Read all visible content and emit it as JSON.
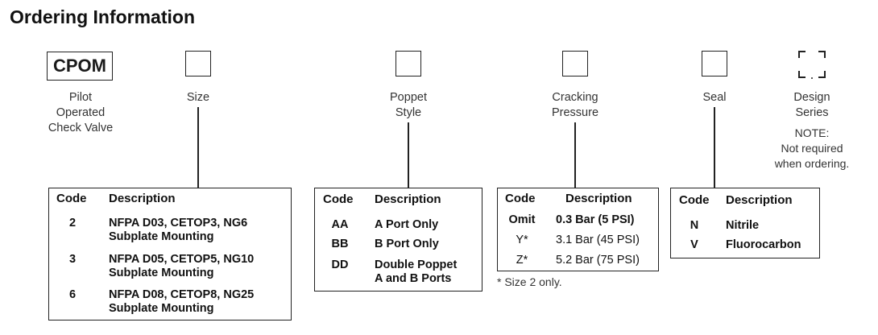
{
  "title": "Ordering Information",
  "prefix": {
    "code": "CPOM",
    "label_lines": [
      "Pilot",
      "Operated",
      "Check Valve"
    ]
  },
  "fields": {
    "size": {
      "label_lines": [
        "Size"
      ]
    },
    "poppet": {
      "label_lines": [
        "Poppet",
        "Style"
      ]
    },
    "cracking": {
      "label_lines": [
        "Cracking",
        "Pressure"
      ]
    },
    "seal": {
      "label_lines": [
        "Seal"
      ]
    },
    "design": {
      "label_lines": [
        "Design",
        "Series"
      ],
      "note_lines": [
        "NOTE:",
        "Not required",
        "when ordering."
      ]
    }
  },
  "tables": {
    "size": {
      "headers": [
        "Code",
        "Description"
      ],
      "rows": [
        {
          "code": "2",
          "desc": [
            "NFPA D03, CETOP3, NG6",
            "Subplate Mounting"
          ]
        },
        {
          "code": "3",
          "desc": [
            "NFPA D05, CETOP5, NG10",
            "Subplate Mounting"
          ]
        },
        {
          "code": "6",
          "desc": [
            "NFPA D08, CETOP8, NG25",
            "Subplate Mounting"
          ]
        }
      ]
    },
    "poppet": {
      "headers": [
        "Code",
        "Description"
      ],
      "rows": [
        {
          "code": "AA",
          "desc": [
            "A Port Only"
          ]
        },
        {
          "code": "BB",
          "desc": [
            "B Port Only"
          ]
        },
        {
          "code": "DD",
          "desc": [
            "Double Poppet",
            "A and B Ports"
          ]
        }
      ]
    },
    "cracking": {
      "headers": [
        "Code",
        "Description"
      ],
      "rows": [
        {
          "code": "Omit",
          "desc": [
            "0.3 Bar (5 PSI)"
          ]
        },
        {
          "code": "Y*",
          "desc": [
            "3.1 Bar (45 PSI)"
          ]
        },
        {
          "code": "Z*",
          "desc": [
            "5.2 Bar (75 PSI)"
          ]
        }
      ],
      "footnote": "* Size 2 only."
    },
    "seal": {
      "headers": [
        "Code",
        "Description"
      ],
      "rows": [
        {
          "code": "N",
          "desc": [
            "Nitrile"
          ]
        },
        {
          "code": "V",
          "desc": [
            "Fluorocarbon"
          ]
        }
      ]
    }
  }
}
